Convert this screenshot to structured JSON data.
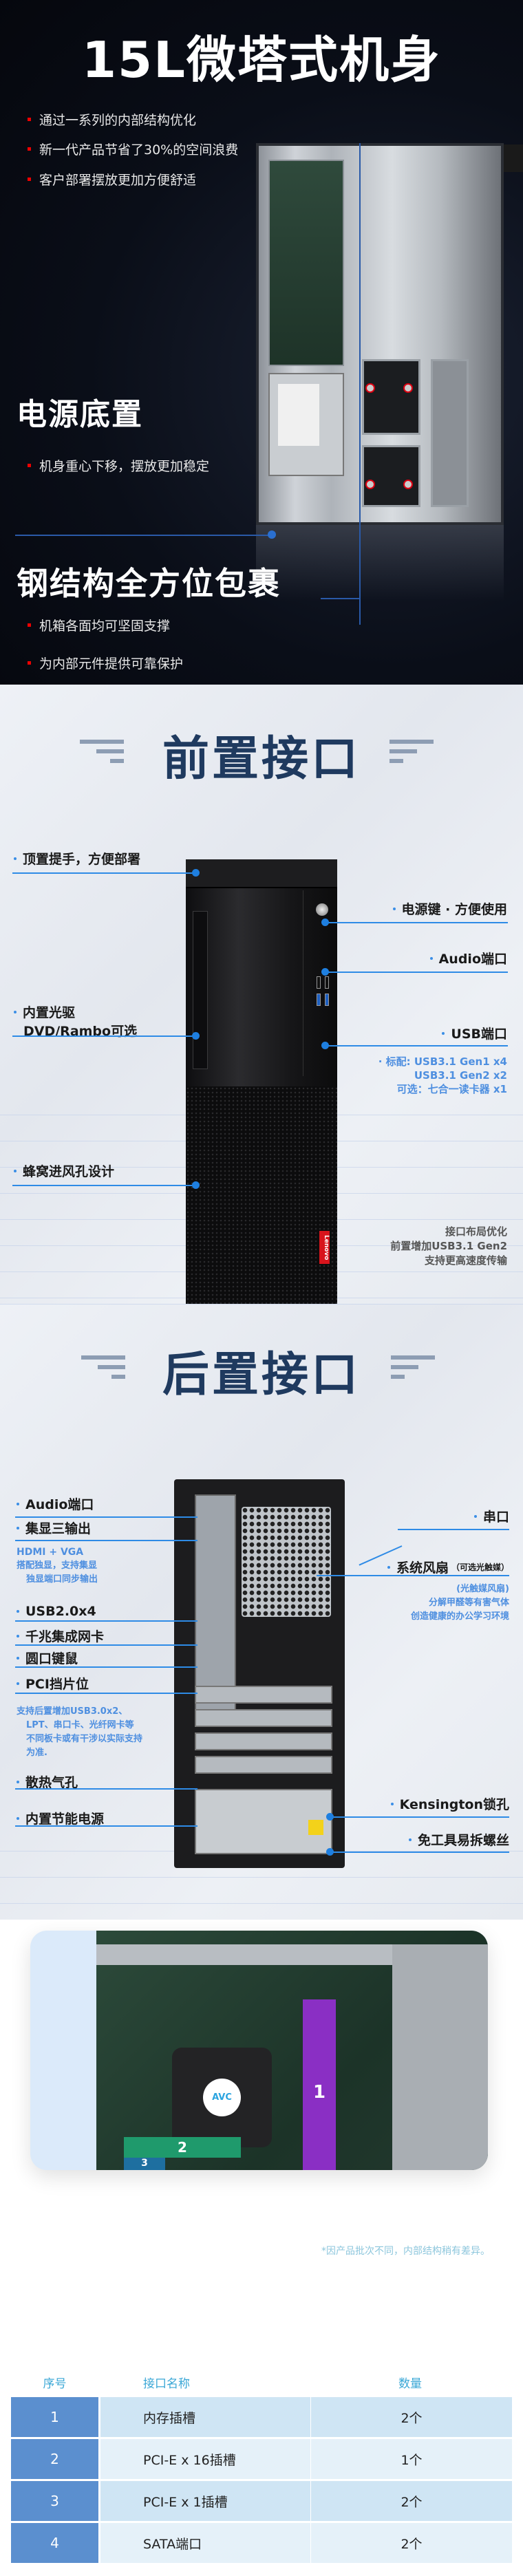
{
  "hero": {
    "title": "15L微塔式机身",
    "bullets": [
      "通过一系列的内部结构优化",
      "新一代产品节省了30%的空间浪费",
      "客户部署摆放更加方便舒适"
    ],
    "psu_title": "电源底置",
    "psu_bullets": [
      "机身重心下移，摆放更加稳定"
    ],
    "steel_title": "钢结构全方位包裹",
    "steel_bullets": [
      "机箱各面均可坚固支撑",
      "为内部元件提供可靠保护"
    ]
  },
  "front": {
    "title": "前置接口",
    "left_labels": [
      "顶置提手，方便部署",
      "内置光驱",
      "DVD/Rambo可选",
      "蜂窝进风孔设计"
    ],
    "right_labels": [
      "电源键 · 方便使用",
      "Audio端口",
      "USB端口"
    ],
    "usb_notes": [
      "· 标配: USB3.1 Gen1 x4",
      "USB3.1 Gen2 x2",
      "可选：七合一读卡器 x1"
    ],
    "layout_notes": [
      "接口布局优化",
      "前置增加USB3.1 Gen2",
      "支持更高速度传输"
    ],
    "brand": "Lenovo"
  },
  "rear": {
    "title": "后置接口",
    "left_labels": [
      "Audio端口",
      "集显三输出",
      "USB2.0x4",
      "千兆集成网卡",
      "圆口键鼠",
      "PCI挡片位",
      "散热气孔",
      "内置节能电源"
    ],
    "display_notes": [
      "HDMI + VGA",
      "搭配独显，支持集显",
      "独显端口同步输出"
    ],
    "pci_notes": [
      "支持后置增加USB3.0x2、",
      "LPT、串口卡、光纤网卡等",
      "不同板卡或有干涉以实际支持",
      "为准."
    ],
    "right_labels": [
      "串口",
      "系统风扇",
      "（可选光触媒）",
      "Kensington锁孔",
      "免工具易拆螺丝"
    ],
    "fan_notes": [
      "(光触媒风扇)",
      "分解甲醛等有害气体",
      "创造健康的办公学习环境"
    ]
  },
  "board": {
    "slot_labels": [
      "1",
      "2",
      "3"
    ],
    "fan_hub": "AVC",
    "disclaimer": "*因产品批次不同，内部结构稍有差异。"
  },
  "table": {
    "headers": [
      "序号",
      "接口名称",
      "数量"
    ],
    "rows": [
      {
        "no": "1",
        "name": "内存插槽",
        "qty": "2个"
      },
      {
        "no": "2",
        "name": "PCI-E x 16插槽",
        "qty": "1个"
      },
      {
        "no": "3",
        "name": "PCI-E x 1插槽",
        "qty": "2个"
      },
      {
        "no": "4",
        "name": "SATA端口",
        "qty": "2个"
      }
    ]
  }
}
